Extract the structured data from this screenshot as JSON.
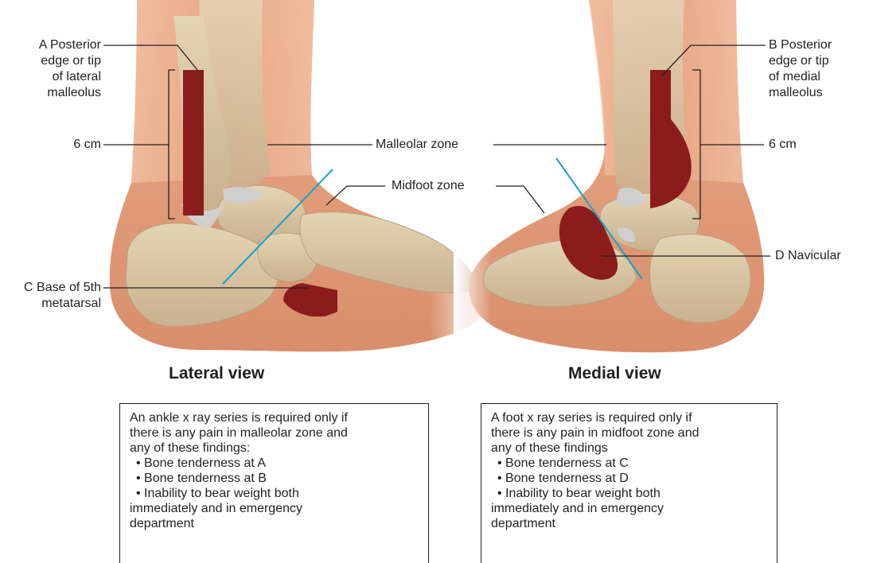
{
  "labels": {
    "a": [
      "A Posterior",
      "edge or tip",
      "of lateral",
      "malleolus"
    ],
    "b": [
      "B Posterior",
      "edge or tip",
      "of medial",
      "malleolus"
    ],
    "c": [
      "C Base of 5th",
      "metatarsal"
    ],
    "d": "D Navicular",
    "left_6cm": "6 cm",
    "right_6cm": "6 cm",
    "malleolar_zone": "Malleolar zone",
    "midfoot_zone": "Midfoot zone"
  },
  "views": {
    "lateral": "Lateral view",
    "medial": "Medial view"
  },
  "ankle_box": {
    "intro": [
      "An ankle x ray series is required only if",
      "there is any pain in malleolar zone and",
      "any of these findings:"
    ],
    "items": [
      "Bone tenderness at A",
      "Bone tenderness at B",
      "Inability to bear weight both"
    ],
    "tail": [
      "immediately and in emergency",
      "department"
    ]
  },
  "foot_box": {
    "intro": [
      "A foot x ray series is required only if",
      "there is any pain in midfoot zone and",
      "any of these findings"
    ],
    "items": [
      "Bone tenderness at C",
      "Bone tenderness at D",
      "Inability to bear weight both"
    ],
    "tail": [
      "immediately and in emergency",
      "department"
    ]
  },
  "colors": {
    "skin": "#e7a888",
    "skin_dark": "#cf8565",
    "bone": "#d9c8a8",
    "cartilage": "#c9c9c9",
    "marker": "#8a1c1c",
    "zone_line": "#1a9fc9",
    "leader": "#231f20"
  }
}
